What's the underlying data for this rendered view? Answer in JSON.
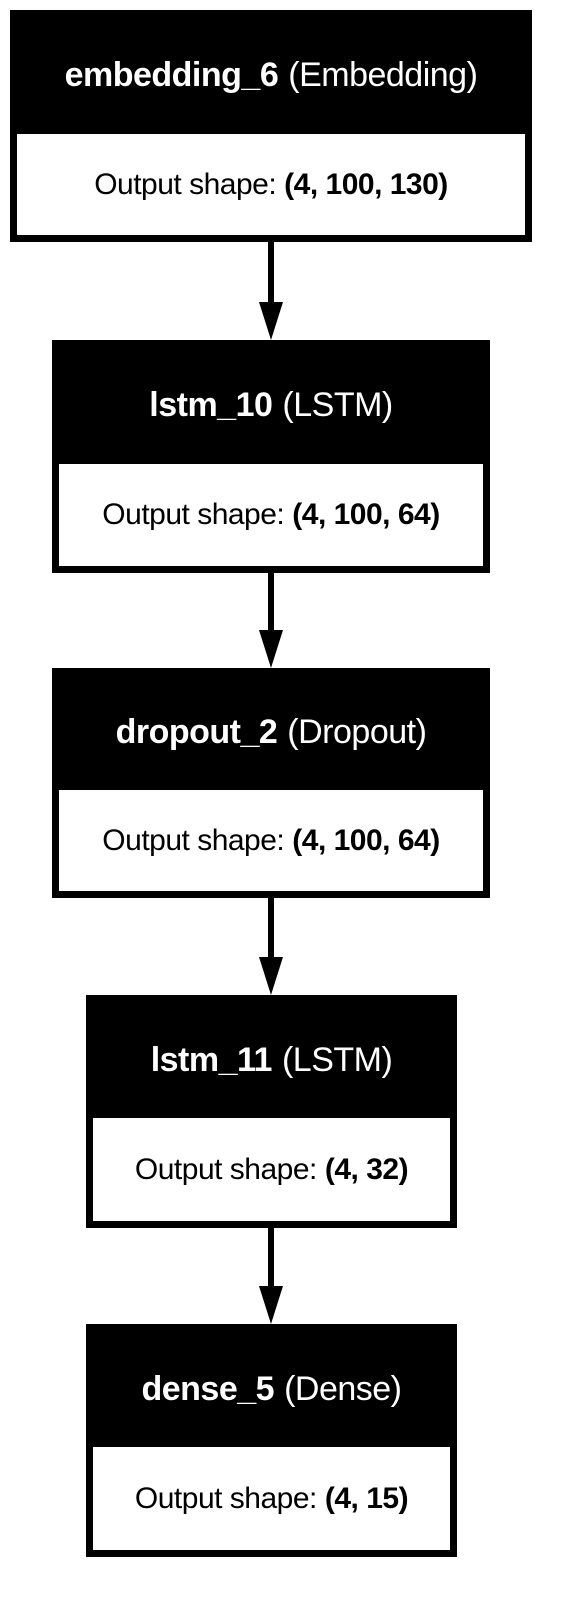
{
  "diagram": {
    "nodes": [
      {
        "name": "embedding_6",
        "type": "(Embedding)",
        "shape_label": "Output shape:",
        "shape": "(4, 100, 130)"
      },
      {
        "name": "lstm_10",
        "type": "(LSTM)",
        "shape_label": "Output shape:",
        "shape": "(4, 100, 64)"
      },
      {
        "name": "dropout_2",
        "type": "(Dropout)",
        "shape_label": "Output shape:",
        "shape": "(4, 100, 64)"
      },
      {
        "name": "lstm_11",
        "type": "(LSTM)",
        "shape_label": "Output shape:",
        "shape": "(4, 32)"
      },
      {
        "name": "dense_5",
        "type": "(Dense)",
        "shape_label": "Output shape:",
        "shape": "(4, 15)"
      }
    ],
    "edges": [
      {
        "from": "embedding_6",
        "to": "lstm_10"
      },
      {
        "from": "lstm_10",
        "to": "dropout_2"
      },
      {
        "from": "dropout_2",
        "to": "lstm_11"
      },
      {
        "from": "lstm_11",
        "to": "dense_5"
      }
    ],
    "colors": {
      "header": "#000000",
      "body": "#ffffff",
      "edge": "#000000"
    }
  }
}
